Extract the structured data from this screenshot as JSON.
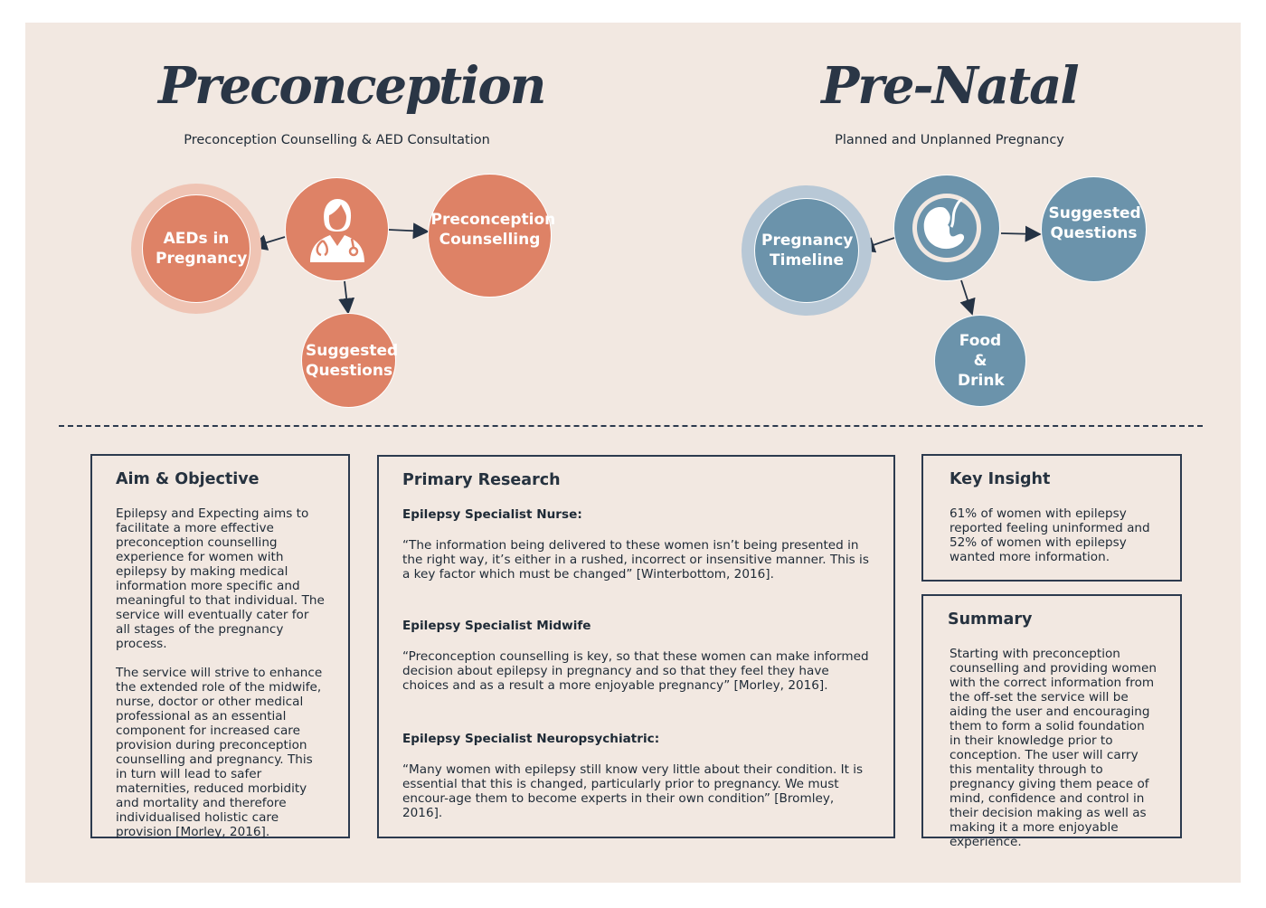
{
  "preconception": {
    "title": "Preconception",
    "subtitle": "Preconception Counselling & AED Consultation",
    "center_icon": "doctor-icon",
    "nodes": [
      {
        "label": "AEDs in Pregnancy"
      },
      {
        "label": "Preconception Counselling"
      },
      {
        "label": "Suggested Questions"
      }
    ]
  },
  "prenatal": {
    "title": "Pre-Natal",
    "subtitle": "Planned and Unplanned Pregnancy",
    "center_icon": "fetus-icon",
    "nodes": [
      {
        "label": "Pregnancy Timeline"
      },
      {
        "label": "Suggested Questions"
      },
      {
        "label": "Food & Drink"
      }
    ]
  },
  "colors": {
    "background": "#f2e8e1",
    "orange": "#de8266",
    "orange_halo": "#efc4b4",
    "blue": "#6b93ab",
    "blue_halo": "#b8c8d6",
    "navy": "#2c3a4e"
  },
  "aim": {
    "heading": "Aim & Objective",
    "p1": "Epilepsy and Expecting aims to facilitate a more effective preconception counselling experience for women with epilepsy by making medical information more specific and meaningful to that individual. The service will eventually cater for all stages of the pregnancy process.",
    "p2": "The service will strive to enhance the extended role of the midwife, nurse, doctor or other medical professional as an essential component for increased care provision during preconception counselling and pregnancy. This in turn will lead to safer maternities, reduced morbidity and mortality and therefore individualised holistic care provision [Morley, 2016]."
  },
  "research": {
    "heading": "Primary Research",
    "items": [
      {
        "who": "Epilepsy Specialist Nurse:",
        "quote": "“The information being delivered to these women isn’t being presented in the right way, it’s either in a rushed, incorrect or insensitive manner. This is a key factor which must be changed” [Winterbottom, 2016]."
      },
      {
        "who": "Epilepsy Specialist Midwife",
        "quote": "“Preconception counselling is key, so that these women can make informed decision about epilepsy in pregnancy and so that they feel they have choices and as a result a more enjoyable pregnancy” [Morley, 2016]."
      },
      {
        "who": "Epilepsy Specialist Neuropsychiatric:",
        "quote": "“Many women with epilepsy still know very little about their condition. It is essential that this is changed, particularly prior to pregnancy. We must encour-age them to become experts in their own condition” [Bromley, 2016]."
      }
    ]
  },
  "insight": {
    "heading": "Key Insight",
    "text": "61% of women with epilepsy reported feeling uninformed and 52% of women with epilepsy wanted more information."
  },
  "summary": {
    "heading": "Summary",
    "text": "Starting with preconception counselling and providing women with the correct information from the off-set the service will be aiding the user and encouraging them to form a solid foundation in their knowledge prior to conception. The user will carry this mentality through to pregnancy giving them peace of mind, confidence and control in their decision making as well as making it a more enjoyable experience."
  }
}
